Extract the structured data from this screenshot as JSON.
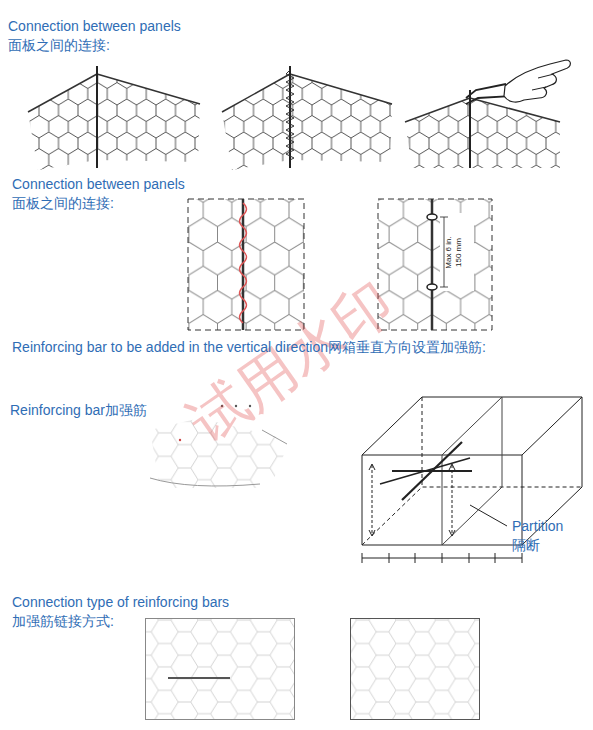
{
  "diagram": {
    "labels": [
      "Connection between panels",
      "面板之间的连接:",
      "Connection between panels",
      "面板之间的连接:",
      "Max 6 in.",
      "150 mm",
      "Reinforcing bar to be added in the vertical direction网箱垂直方向设置加强筋:",
      "试用水印",
      "Reinforcing bar加强筋",
      "Partition",
      "隔断",
      "Connection type of reinforcing bars",
      "加强筋链接方式:"
    ]
  }
}
